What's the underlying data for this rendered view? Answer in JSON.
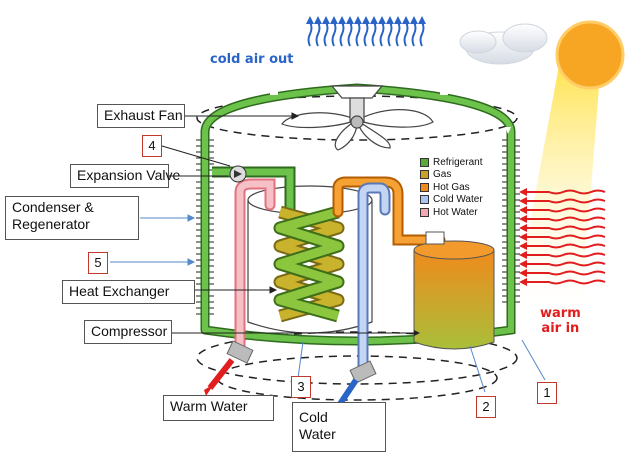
{
  "labels": {
    "exhaust_fan": "Exhaust Fan",
    "expansion_valve": "Expansion Valve",
    "condenser_line1": "Condenser &",
    "condenser_line2": "Regenerator",
    "heat_exchanger": "Heat Exchanger",
    "compressor": "Compressor",
    "warm_water": "Warm Water",
    "cold_water_line1": "Cold",
    "cold_water_line2": "Water",
    "cold_air_out": "cold air out",
    "warm_air_line1": "warm",
    "warm_air_line2": "air in"
  },
  "numbers": {
    "n1": "1",
    "n2": "2",
    "n3": "3",
    "n4": "4",
    "n5": "5"
  },
  "legend": [
    {
      "label": "Refrigerant",
      "color": "#5aaa3a"
    },
    {
      "label": "Gas",
      "color": "#c9a227"
    },
    {
      "label": "Hot Gas",
      "color": "#f08a1c"
    },
    {
      "label": "Cold Water",
      "color": "#a9c4ef"
    },
    {
      "label": "Hot Water",
      "color": "#f3a9b3"
    }
  ],
  "colors": {
    "refrigerant": "#5aaa3a",
    "gas": "#c9a227",
    "hot_gas": "#f08a1c",
    "cold_water": "#a9c4ef",
    "hot_water": "#f3a9b3",
    "cold_air": "#2a64c8",
    "warm_air": "#e11d1d",
    "sun": "#f6a623"
  }
}
